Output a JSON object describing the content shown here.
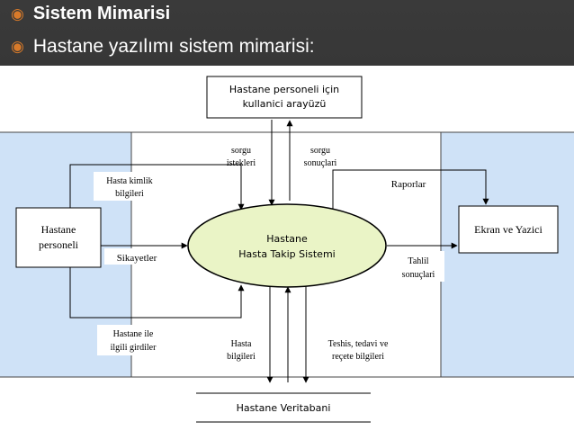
{
  "bullets": [
    "Sistem Mimarisi",
    "Hastane yazılımı sistem mimarisi:"
  ],
  "bullet_icon": "circled-dot-icon",
  "colors": {
    "accent": "#d87a2a",
    "band": "#cfe2f7",
    "ellipse": "#eaf4c6"
  },
  "diagram": {
    "top_box": [
      "Hastane personeli için",
      "kullanici arayüzü"
    ],
    "left_box": [
      "Hastane",
      "personeli"
    ],
    "right_box": "Ekran ve Yazici",
    "center_ellipse": [
      "Hastane",
      "Hasta Takip Sistemi"
    ],
    "database": "Hastane Veritabani",
    "labels": {
      "sorgu_istekleri": [
        "sorgu",
        "istekleri"
      ],
      "sorgu_sonuclari": [
        "sorgu",
        "sonuçlari"
      ],
      "hasta_kimlik": [
        "Hasta kimlik",
        "bilgileri"
      ],
      "raporlar": "Raporlar",
      "sikayetler": "Sikayetler",
      "tahlil": [
        "Tahlil",
        "sonuçlari"
      ],
      "hastane_ile": [
        "Hastane ile",
        "ilgili girdiler"
      ],
      "hasta_bilgileri": [
        "Hasta",
        "bilgileri"
      ],
      "teshis": [
        "Teshis, tedavi ve",
        "reçete bilgileri"
      ]
    }
  }
}
